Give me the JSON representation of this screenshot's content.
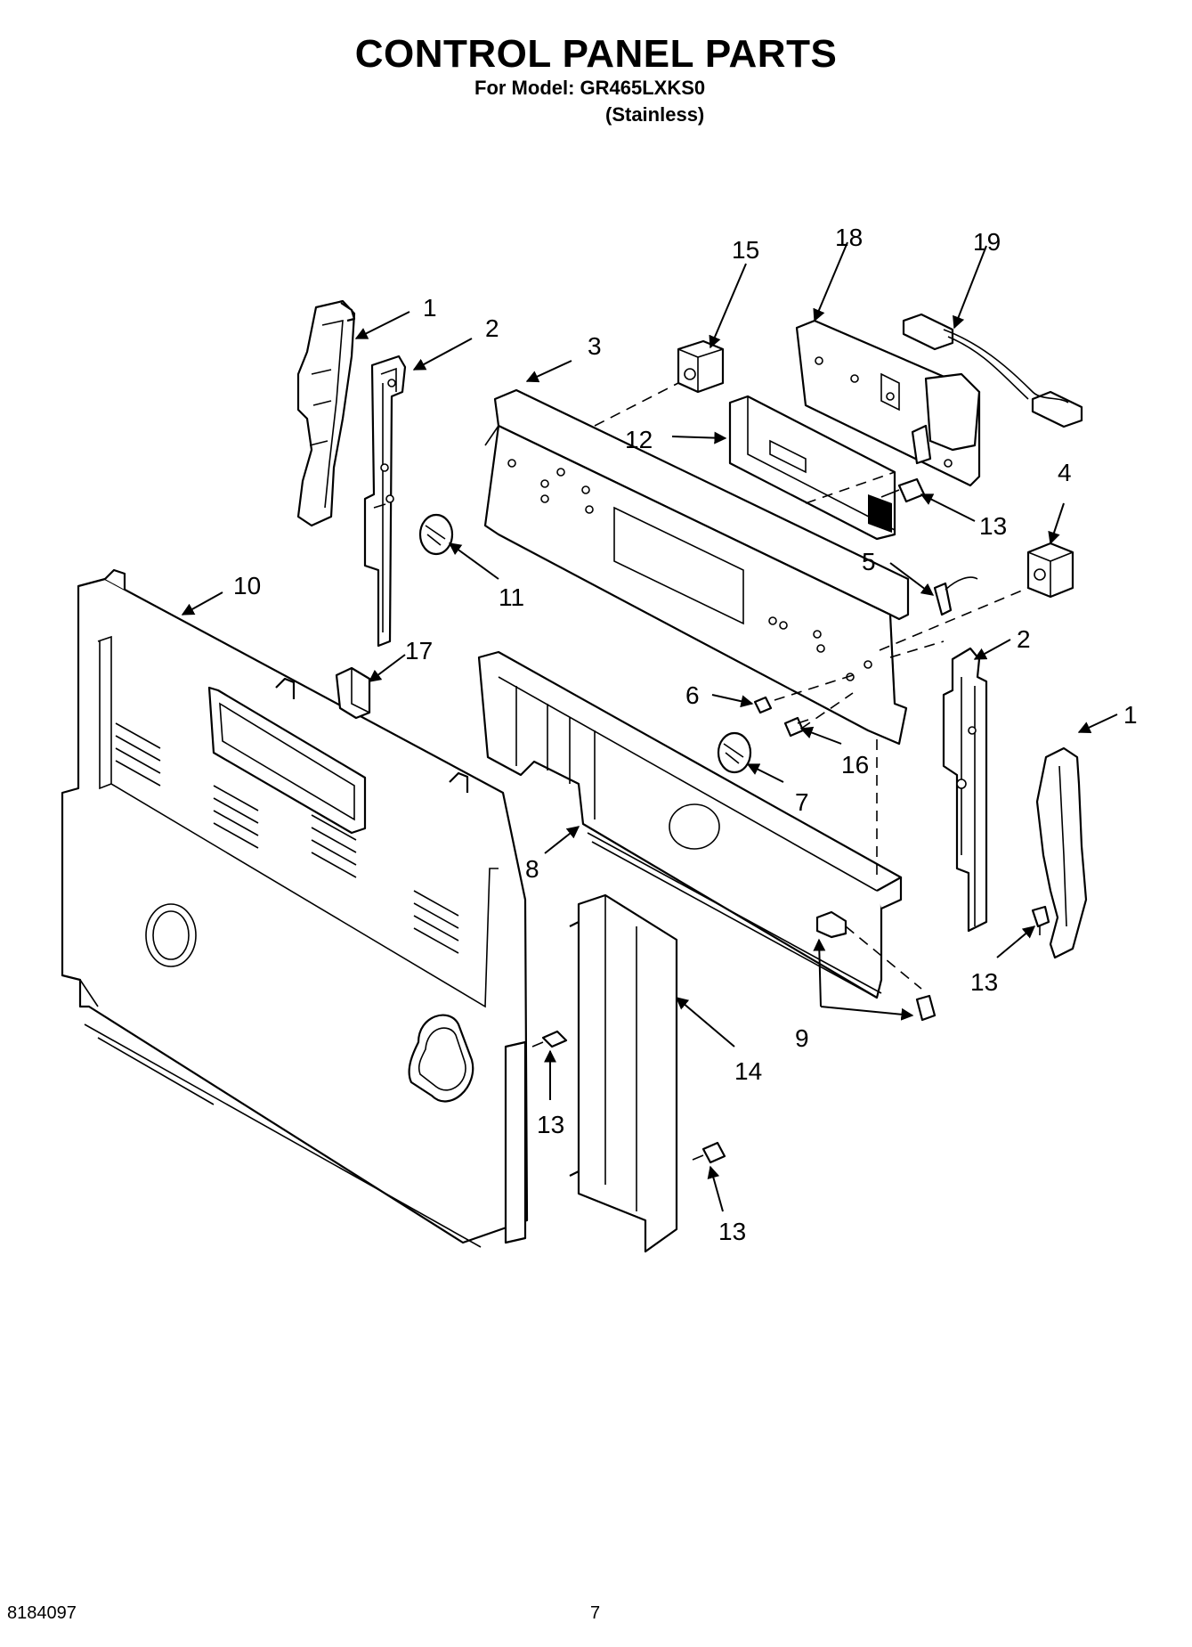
{
  "header": {
    "title": "CONTROL PANEL PARTS",
    "model_line": "For Model: GR465LXKS0",
    "variant": "(Stainless)"
  },
  "footer": {
    "doc_number": "8184097",
    "page_number": "7"
  },
  "callouts": {
    "c1a": "1",
    "c2a": "2",
    "c3": "3",
    "c15": "15",
    "c18": "18",
    "c19": "19",
    "c12": "12",
    "c13a": "13",
    "c4": "4",
    "c5": "5",
    "c11": "11",
    "c10": "10",
    "c17": "17",
    "c2b": "2",
    "c1b": "1",
    "c6": "6",
    "c16": "16",
    "c7": "7",
    "c8": "8",
    "c9": "9",
    "c13b": "13",
    "c14": "14",
    "c13c": "13",
    "c13d": "13"
  }
}
